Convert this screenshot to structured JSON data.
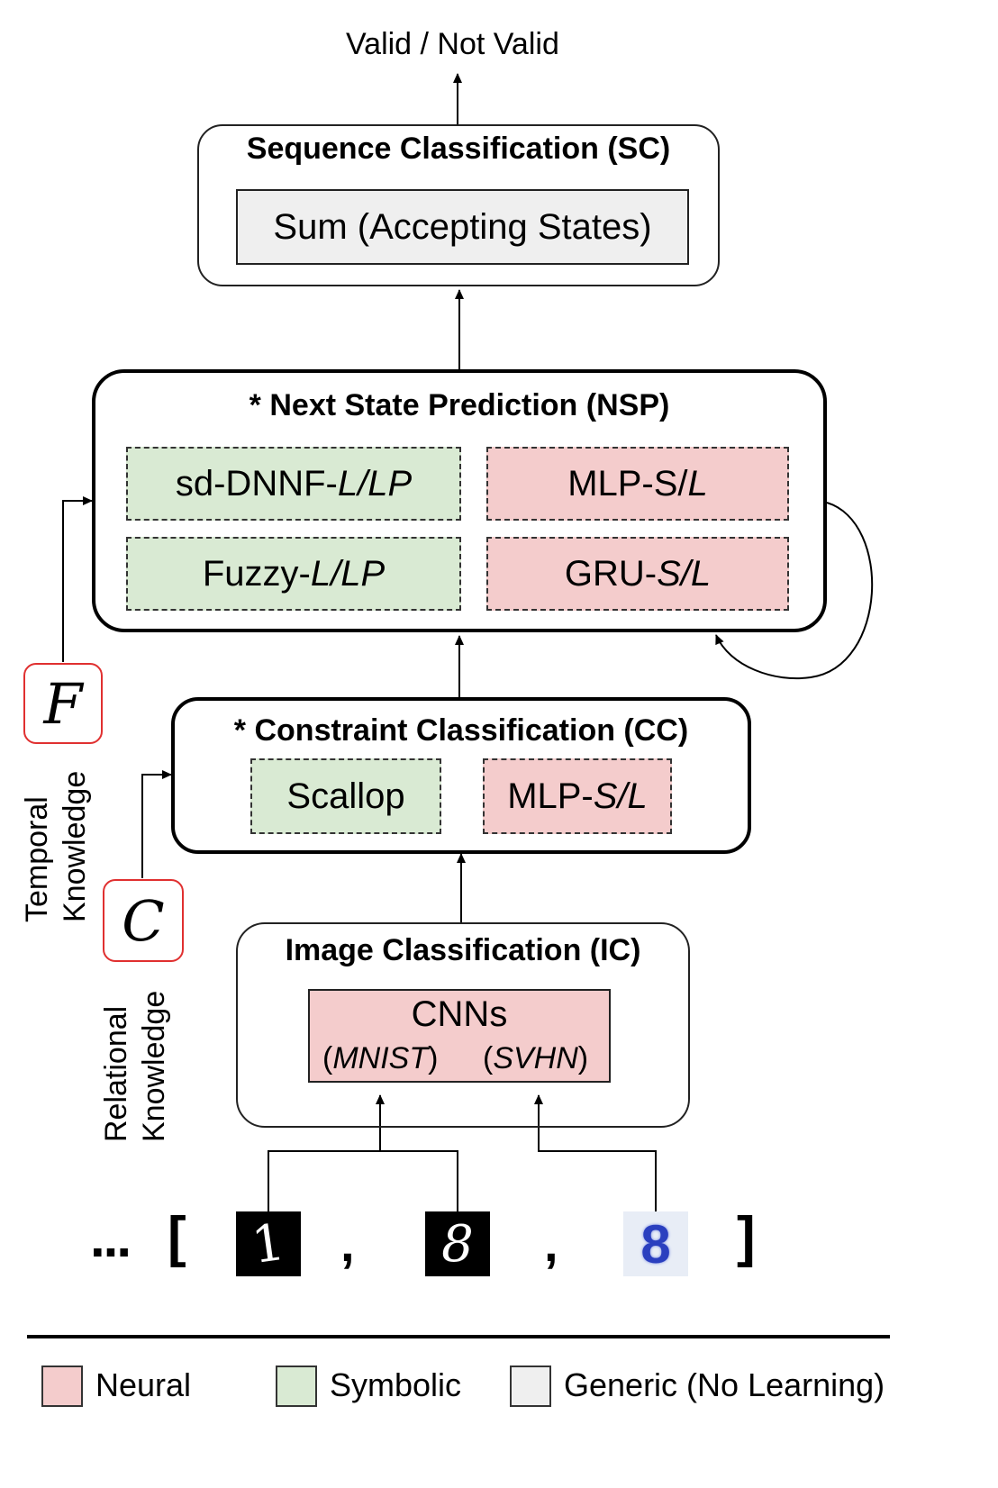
{
  "output_label": "Valid / Not Valid",
  "sc": {
    "title": "Sequence Classification (SC)",
    "module": "Sum (Accepting States)"
  },
  "nsp": {
    "title": "* Next State Prediction (NSP)",
    "modules": [
      {
        "prefix": "sd-DNNF-",
        "suffix": "L/LP",
        "kind": "symbolic"
      },
      {
        "prefix": "MLP-S/",
        "suffix": "L",
        "kind": "neural"
      },
      {
        "prefix": "Fuzzy-",
        "suffix": "L/LP",
        "kind": "symbolic"
      },
      {
        "prefix": "GRU-",
        "suffix": "S/L",
        "kind": "neural"
      }
    ]
  },
  "cc": {
    "title": "* Constraint Classification (CC)",
    "modules": [
      {
        "prefix": "Scallop",
        "suffix": "",
        "kind": "symbolic"
      },
      {
        "prefix": "MLP-",
        "suffix": "S/L",
        "kind": "neural"
      }
    ]
  },
  "ic": {
    "title": "Image Classification (IC)",
    "module_title": "CNNs",
    "datasets": [
      "MNIST",
      "SVHN"
    ]
  },
  "knowledge": {
    "temporal": {
      "symbol": "F",
      "line1": "Temporal",
      "line2": "Knowledge"
    },
    "relational": {
      "symbol": "C",
      "line1": "Relational",
      "line2": "Knowledge"
    }
  },
  "sequence": {
    "ellipsis": "...",
    "open_bracket": "[",
    "close_bracket": "]",
    "separator": ",",
    "digits": [
      "1",
      "8",
      "8"
    ]
  },
  "legend": [
    {
      "label": "Neural",
      "color": "#f4cccc"
    },
    {
      "label": "Symbolic",
      "color": "#d9ead3"
    },
    {
      "label": "Generic (No Learning)",
      "color": "#efefef"
    }
  ]
}
